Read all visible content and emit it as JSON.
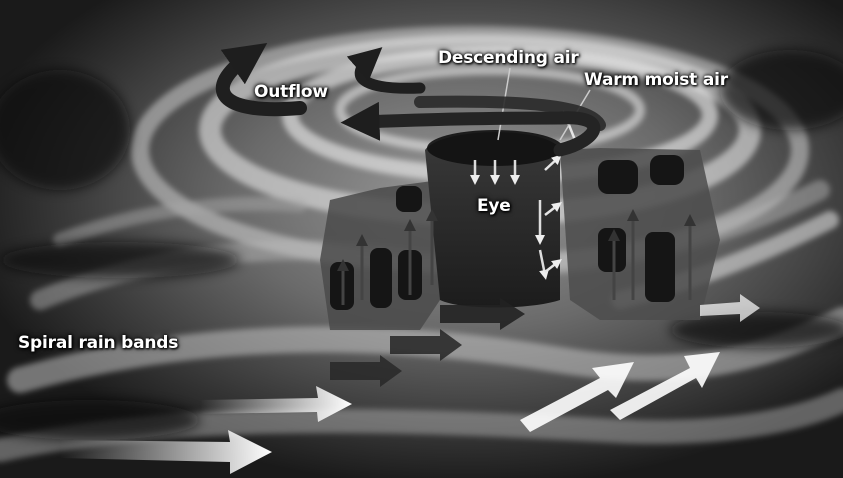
{
  "diagram": {
    "labels": {
      "outflow": "Outflow",
      "descending_air": "Descending air",
      "warm_moist_air": "Warm moist air",
      "eye": "Eye",
      "spiral_rain_bands": "Spiral rain bands"
    },
    "colors": {
      "background": "#161616",
      "cloud": "#d9d9d9",
      "arrow_dark": "#2a2a2a",
      "arrow_light": "#ffffff"
    }
  }
}
